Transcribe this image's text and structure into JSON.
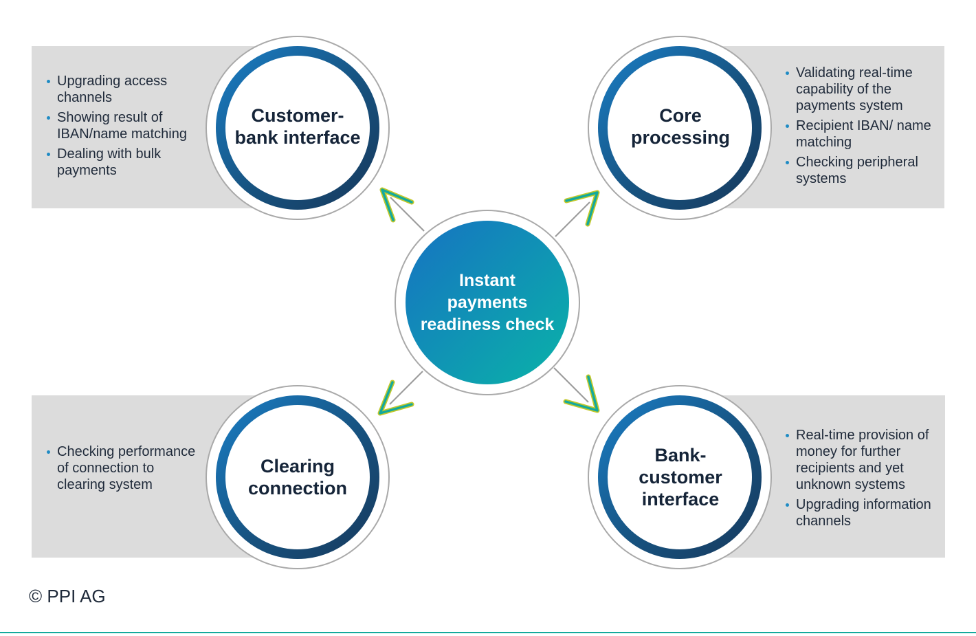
{
  "center": {
    "label": "Instant payments readiness check"
  },
  "nodes": {
    "customer_bank": {
      "label": "Customer-\nbank interface",
      "items": [
        "Upgrading access channels",
        "Showing result of IBAN/name matching",
        "Dealing with bulk payments"
      ]
    },
    "core_processing": {
      "label": "Core\nprocessing",
      "items": [
        "Validating real-time capability of the payments system",
        "Recipient IBAN/ name matching",
        "Checking peripheral systems"
      ]
    },
    "clearing": {
      "label": "Clearing\nconnection",
      "items": [
        "Checking performance of connection to clearing system"
      ]
    },
    "bank_customer": {
      "label": "Bank-\ncustomer\ninterface",
      "items": [
        "Real-time provision of money for further recipients and yet unknown systems",
        "Upgrading information channels"
      ]
    }
  },
  "copyright": "© PPI AG",
  "colors": {
    "accent_teal": "#14a99c",
    "ring_blue": "#1877c0",
    "ring_navy": "#173a5e",
    "panel_gray": "#dcdcdc",
    "bullet_blue": "#1f8bc4"
  }
}
